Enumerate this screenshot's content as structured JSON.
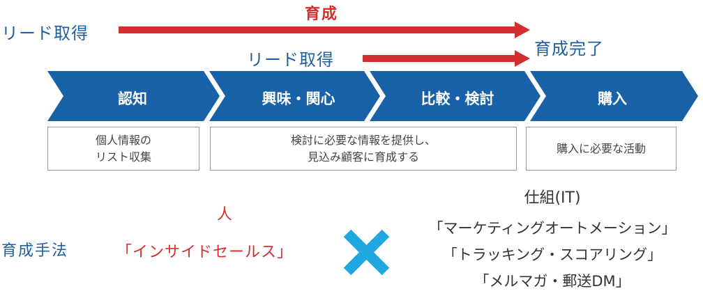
{
  "top": {
    "lead_left": "リード取得",
    "nurture_label": "育成",
    "lead_mid": "リード取得",
    "nurture_done": "育成完了"
  },
  "stages": [
    {
      "label": "認知"
    },
    {
      "label": "興味・関心"
    },
    {
      "label": "比較・検討"
    },
    {
      "label": "購入"
    }
  ],
  "boxes": [
    {
      "text": "個人情報の\nリスト収集"
    },
    {
      "text": "検討に必要な情報を提供し、\n見込み顧客に育成する"
    },
    {
      "text": "購入に必要な活動"
    }
  ],
  "methods": {
    "title": "育成手法",
    "people_label": "人",
    "people_method": "「インサイドセールス」",
    "system_label": "仕組(IT)",
    "system_items": [
      "「マーケティングオートメーション」",
      "「トラッキング・スコアリング」",
      "「メルマガ・郵送DM」"
    ]
  },
  "colors": {
    "blue": "#1f5f9e",
    "red": "#d32f2f",
    "chevron": "#1a62a8",
    "cross": "#1fa8df"
  }
}
